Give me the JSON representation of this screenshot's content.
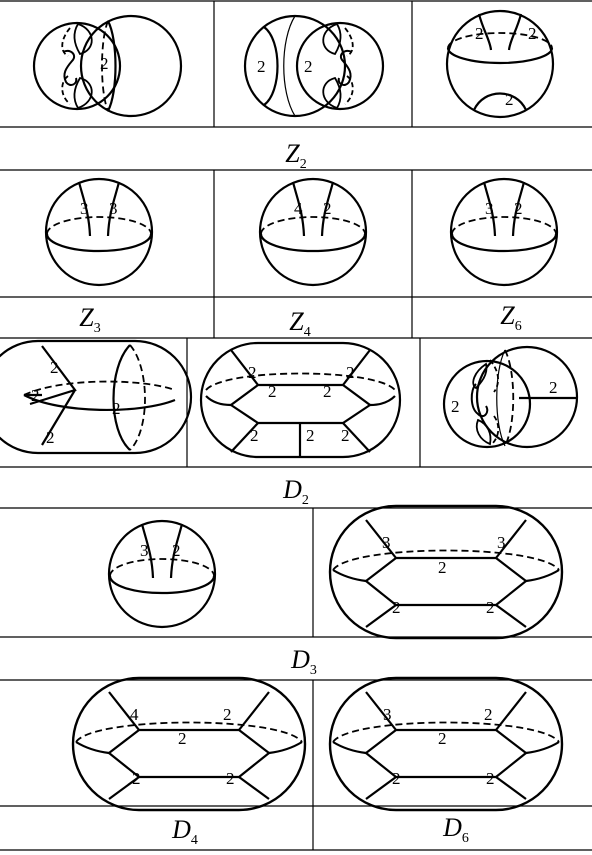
{
  "captions": {
    "z2": {
      "main": "Z",
      "sub": "2"
    },
    "z3": {
      "main": "Z",
      "sub": "3"
    },
    "z4": {
      "main": "Z",
      "sub": "4"
    },
    "z6": {
      "main": "Z",
      "sub": "6"
    },
    "d2": {
      "main": "D",
      "sub": "2"
    },
    "d3": {
      "main": "D",
      "sub": "3"
    },
    "d4": {
      "main": "D",
      "sub": "4"
    },
    "d6": {
      "main": "D",
      "sub": "6"
    }
  },
  "labels": {
    "l2": "2",
    "l3": "3",
    "l4": "4"
  }
}
